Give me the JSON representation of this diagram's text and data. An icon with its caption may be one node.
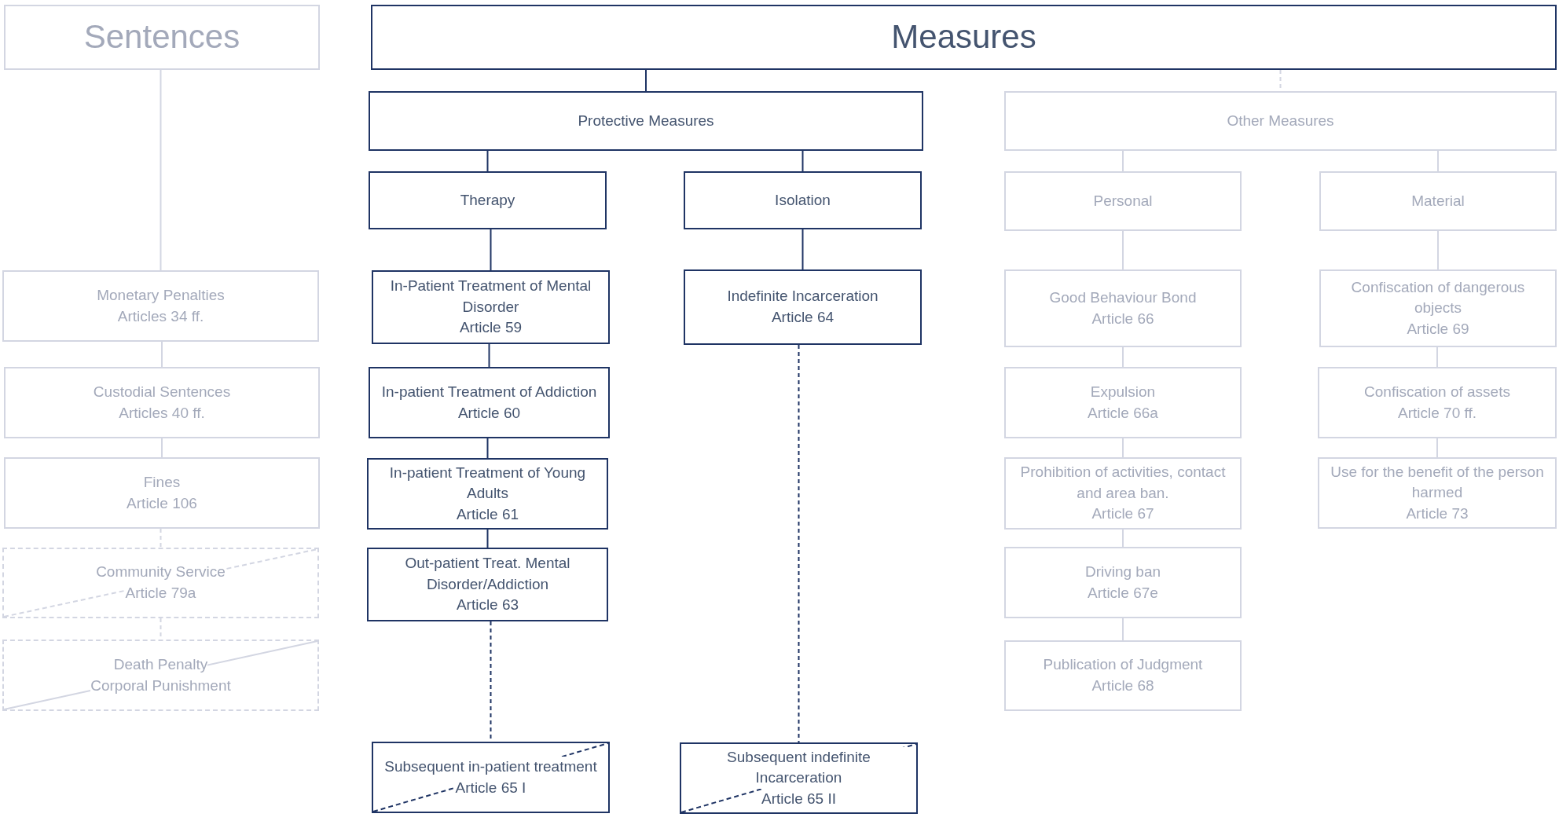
{
  "diagram": {
    "nodes": [
      {
        "text": [
          "Sentences"
        ]
      },
      {
        "text": [
          "Measures"
        ]
      },
      {
        "text": [
          "Protective Measures"
        ]
      },
      {
        "text": [
          "Other Measures"
        ]
      },
      {
        "text": [
          "Therapy"
        ]
      },
      {
        "text": [
          "Isolation"
        ]
      },
      {
        "text": [
          "Personal"
        ]
      },
      {
        "text": [
          "Material"
        ]
      },
      {
        "text": [
          "Monetary Penalties",
          "Articles 34 ff."
        ]
      },
      {
        "text": [
          "Custodial Sentences",
          "Articles 40 ff."
        ]
      },
      {
        "text": [
          "Fines",
          "Article 106"
        ]
      },
      {
        "text": [
          "Community Service",
          "Article 79a"
        ]
      },
      {
        "text": [
          "Death Penalty",
          "Corporal Punishment"
        ]
      },
      {
        "text": [
          "In-Patient Treatment of Mental Disorder",
          "Article 59"
        ]
      },
      {
        "text": [
          "In-patient Treatment of Addiction",
          "Article 60"
        ]
      },
      {
        "text": [
          "In-patient Treatment of Young Adults",
          "Article 61"
        ]
      },
      {
        "text": [
          "Out-patient Treat. Mental Disorder/Addiction",
          "Article 63"
        ]
      },
      {
        "text": [
          "Subsequent in-patient treatment",
          "Article 65 I"
        ]
      },
      {
        "text": [
          "Indefinite Incarceration",
          "Article 64"
        ]
      },
      {
        "text": [
          "Subsequent indefinite Incarceration",
          "Article 65 II"
        ]
      },
      {
        "text": [
          "Good Behaviour Bond",
          "Article 66"
        ]
      },
      {
        "text": [
          "Expulsion",
          "Article 66a"
        ]
      },
      {
        "text": [
          "Prohibition of activities, contact and area ban.",
          "Article 67"
        ]
      },
      {
        "text": [
          "Driving ban",
          "Article 67e"
        ]
      },
      {
        "text": [
          "Publication of Judgment",
          "Article 68"
        ]
      },
      {
        "text": [
          "Confiscation of dangerous objects",
          "Article 69"
        ]
      },
      {
        "text": [
          "Confiscation of assets",
          "Article 70 ff."
        ]
      },
      {
        "text": [
          "Use for the benefit of the person harmed",
          "Article 73"
        ]
      }
    ],
    "edges": [
      {
        "from": 0,
        "to": 8,
        "arrow": "none"
      },
      {
        "from": 8,
        "to": 9,
        "arrow": "none"
      },
      {
        "from": 9,
        "to": 10,
        "arrow": "none"
      },
      {
        "from": 10,
        "to": 11,
        "arrow": "none",
        "style": "dashed"
      },
      {
        "from": 11,
        "to": 12,
        "arrow": "none",
        "style": "dashed"
      },
      {
        "from": 1,
        "to": 2,
        "arrow": "none",
        "color": "#1f3464"
      },
      {
        "from": 1,
        "to": 3,
        "arrow": "none",
        "style": "dashed"
      },
      {
        "from": 2,
        "to": 4,
        "arrow": "none",
        "color": "#1f3464"
      },
      {
        "from": 2,
        "to": 5,
        "arrow": "none",
        "color": "#1f3464"
      },
      {
        "from": 4,
        "to": 13,
        "arrow": "none",
        "color": "#1f3464"
      },
      {
        "from": 13,
        "to": 14,
        "arrow": "none",
        "color": "#1f3464"
      },
      {
        "from": 14,
        "to": 15,
        "arrow": "none",
        "color": "#1f3464"
      },
      {
        "from": 15,
        "to": 16,
        "arrow": "none",
        "color": "#1f3464"
      },
      {
        "from": 16,
        "to": 17,
        "arrow": "none",
        "style": "dashed",
        "color": "#1f3464"
      },
      {
        "from": 5,
        "to": 18,
        "arrow": "none",
        "color": "#1f3464"
      },
      {
        "from": 18,
        "to": 19,
        "arrow": "none",
        "style": "dashed",
        "color": "#1f3464"
      },
      {
        "from": 3,
        "to": 6,
        "arrow": "none"
      },
      {
        "from": 3,
        "to": 7,
        "arrow": "none"
      },
      {
        "from": 6,
        "to": 20,
        "arrow": "none"
      },
      {
        "from": 20,
        "to": 21,
        "arrow": "none"
      },
      {
        "from": 21,
        "to": 22,
        "arrow": "none"
      },
      {
        "from": 22,
        "to": 23,
        "arrow": "none"
      },
      {
        "from": 23,
        "to": 24,
        "arrow": "none"
      },
      {
        "from": 7,
        "to": 25,
        "arrow": "none"
      },
      {
        "from": 25,
        "to": 26,
        "arrow": "none"
      },
      {
        "from": 26,
        "to": 27,
        "arrow": "none"
      }
    ]
  }
}
